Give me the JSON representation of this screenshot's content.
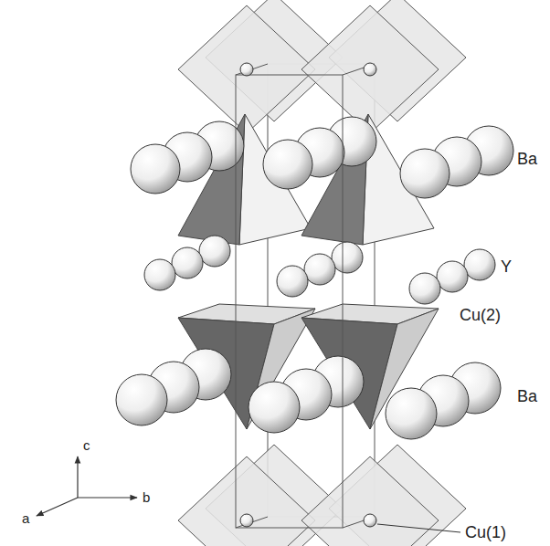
{
  "diagram": {
    "labels": [
      "Ba",
      "Y",
      "Cu(2)",
      "Ba",
      "Cu(1)",
      "c",
      "a",
      "b"
    ]
  }
}
